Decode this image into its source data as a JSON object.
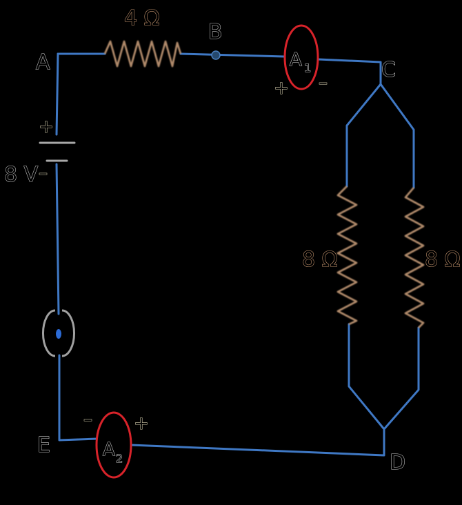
{
  "colors": {
    "background": "#000000",
    "wire": "#3f78c4",
    "resistor": "#b08a6a",
    "ammeter_ring": "#d8232a",
    "label": "#c9c9c9"
  },
  "nodes": {
    "a": "A",
    "b": "B",
    "c": "C",
    "d": "D",
    "e": "E"
  },
  "resistors": {
    "top": "4 Ω",
    "left_parallel": "8 Ω",
    "right_parallel": "8 Ω"
  },
  "battery": {
    "voltage": "8 V",
    "plus": "+",
    "minus": "–"
  },
  "ammeter_a1": {
    "letter": "A",
    "subscript": "1",
    "plus": "+",
    "minus": "–"
  },
  "ammeter_a2": {
    "letter": "A",
    "subscript": "2",
    "plus": "+",
    "minus": "–"
  },
  "switch_icon": "switch-icon"
}
